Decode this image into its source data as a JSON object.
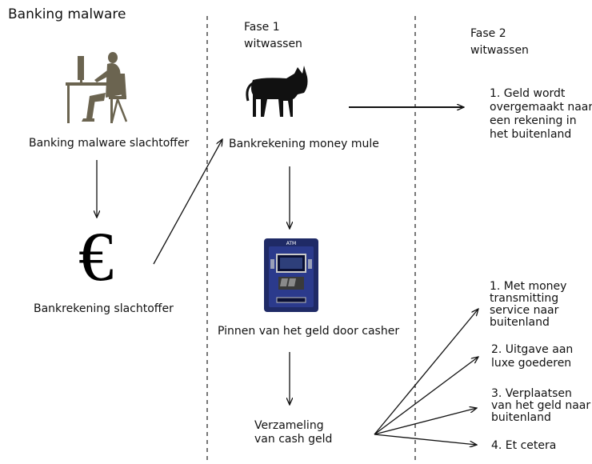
{
  "title": "Banking malware",
  "phase1": {
    "line1": "Fase 1",
    "line2": "witwassen"
  },
  "phase2": {
    "line1": "Fase 2",
    "line2": "witwassen"
  },
  "nodes": {
    "victim": "Banking malware slachtoffer",
    "victim_account": "Bankrekening slachtoffer",
    "mule_account": "Bankrekening money mule",
    "casher": "Pinnen van het geld door casher",
    "collection": "Verzameling\nvan cash geld"
  },
  "outcomes": {
    "transfer_abroad": "1. Geld wordt\novergemaakt naar\neen rekening in\nhet buitenland",
    "money_transmitting": "1. Met money\ntransmitting\nservice naar\nbuitenland",
    "luxury": "2. Uitgave aan\nluxe goederen",
    "move_abroad": "3. Verplaatsen\nvan het geld naar\nbuitenland",
    "etcetera": "4. Et cetera"
  },
  "icons": {
    "victim": "person-at-computer-icon",
    "euro": "euro-sign-icon",
    "mule": "donkey-icon",
    "atm": "atm-icon"
  },
  "atm_label": "ATM",
  "euro_symbol": "€"
}
